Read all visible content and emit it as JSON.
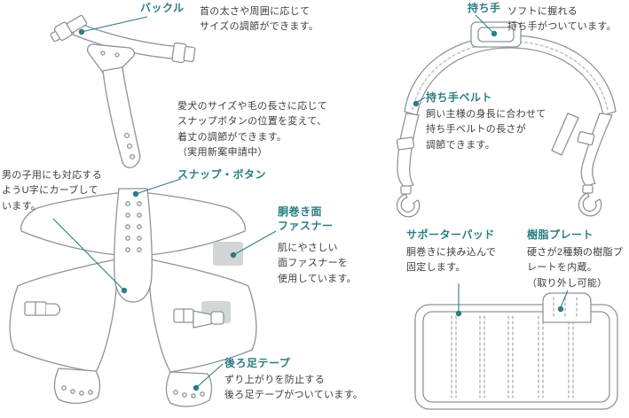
{
  "colors": {
    "accent": "#2c7d84",
    "text": "#3d3d3d",
    "line_art": "#8d949a",
    "velcro_patch": "#d2d6d7",
    "background": "#ffffff"
  },
  "annotations": {
    "buckle": {
      "label": "バックル",
      "desc": "首の太さや周囲に応じて\nサイズの調節ができます。"
    },
    "snap_button": {
      "label": "スナップ・ボタン",
      "desc": "愛犬のサイズや毛の長さに応じて\nスナップボタンの位置を変えて、\n着丈の調節ができます。\n（実用新案申請中）"
    },
    "u_curve": {
      "desc": "男の子用にも対応する\nようU字にカーブして\nいます。"
    },
    "velcro": {
      "label": "胴巻き面\nファスナー",
      "desc": "肌にやさしい\n面ファスナーを\n使用しています。"
    },
    "rear_leg_tape": {
      "label": "後ろ足テープ",
      "desc": "ずり上がりを防止する\n後ろ足テープがついています。"
    },
    "handle": {
      "label": "持ち手",
      "desc": "ソフトに握れる\n持ち手がついています。"
    },
    "handle_belt": {
      "label": "持ち手ベルト",
      "desc": "飼い主様の身長に合わせて\n持ち手ベルトの長さが\n調節できます。"
    },
    "supporter_pad": {
      "label": "サポーターパッド",
      "desc": "胴巻きに挟み込んで\n固定します。"
    },
    "resin_plate": {
      "label": "樹脂プレート",
      "desc": "硬さが2種類の樹脂プ\nレートを内蔵。\n（取り外し可能）"
    }
  }
}
